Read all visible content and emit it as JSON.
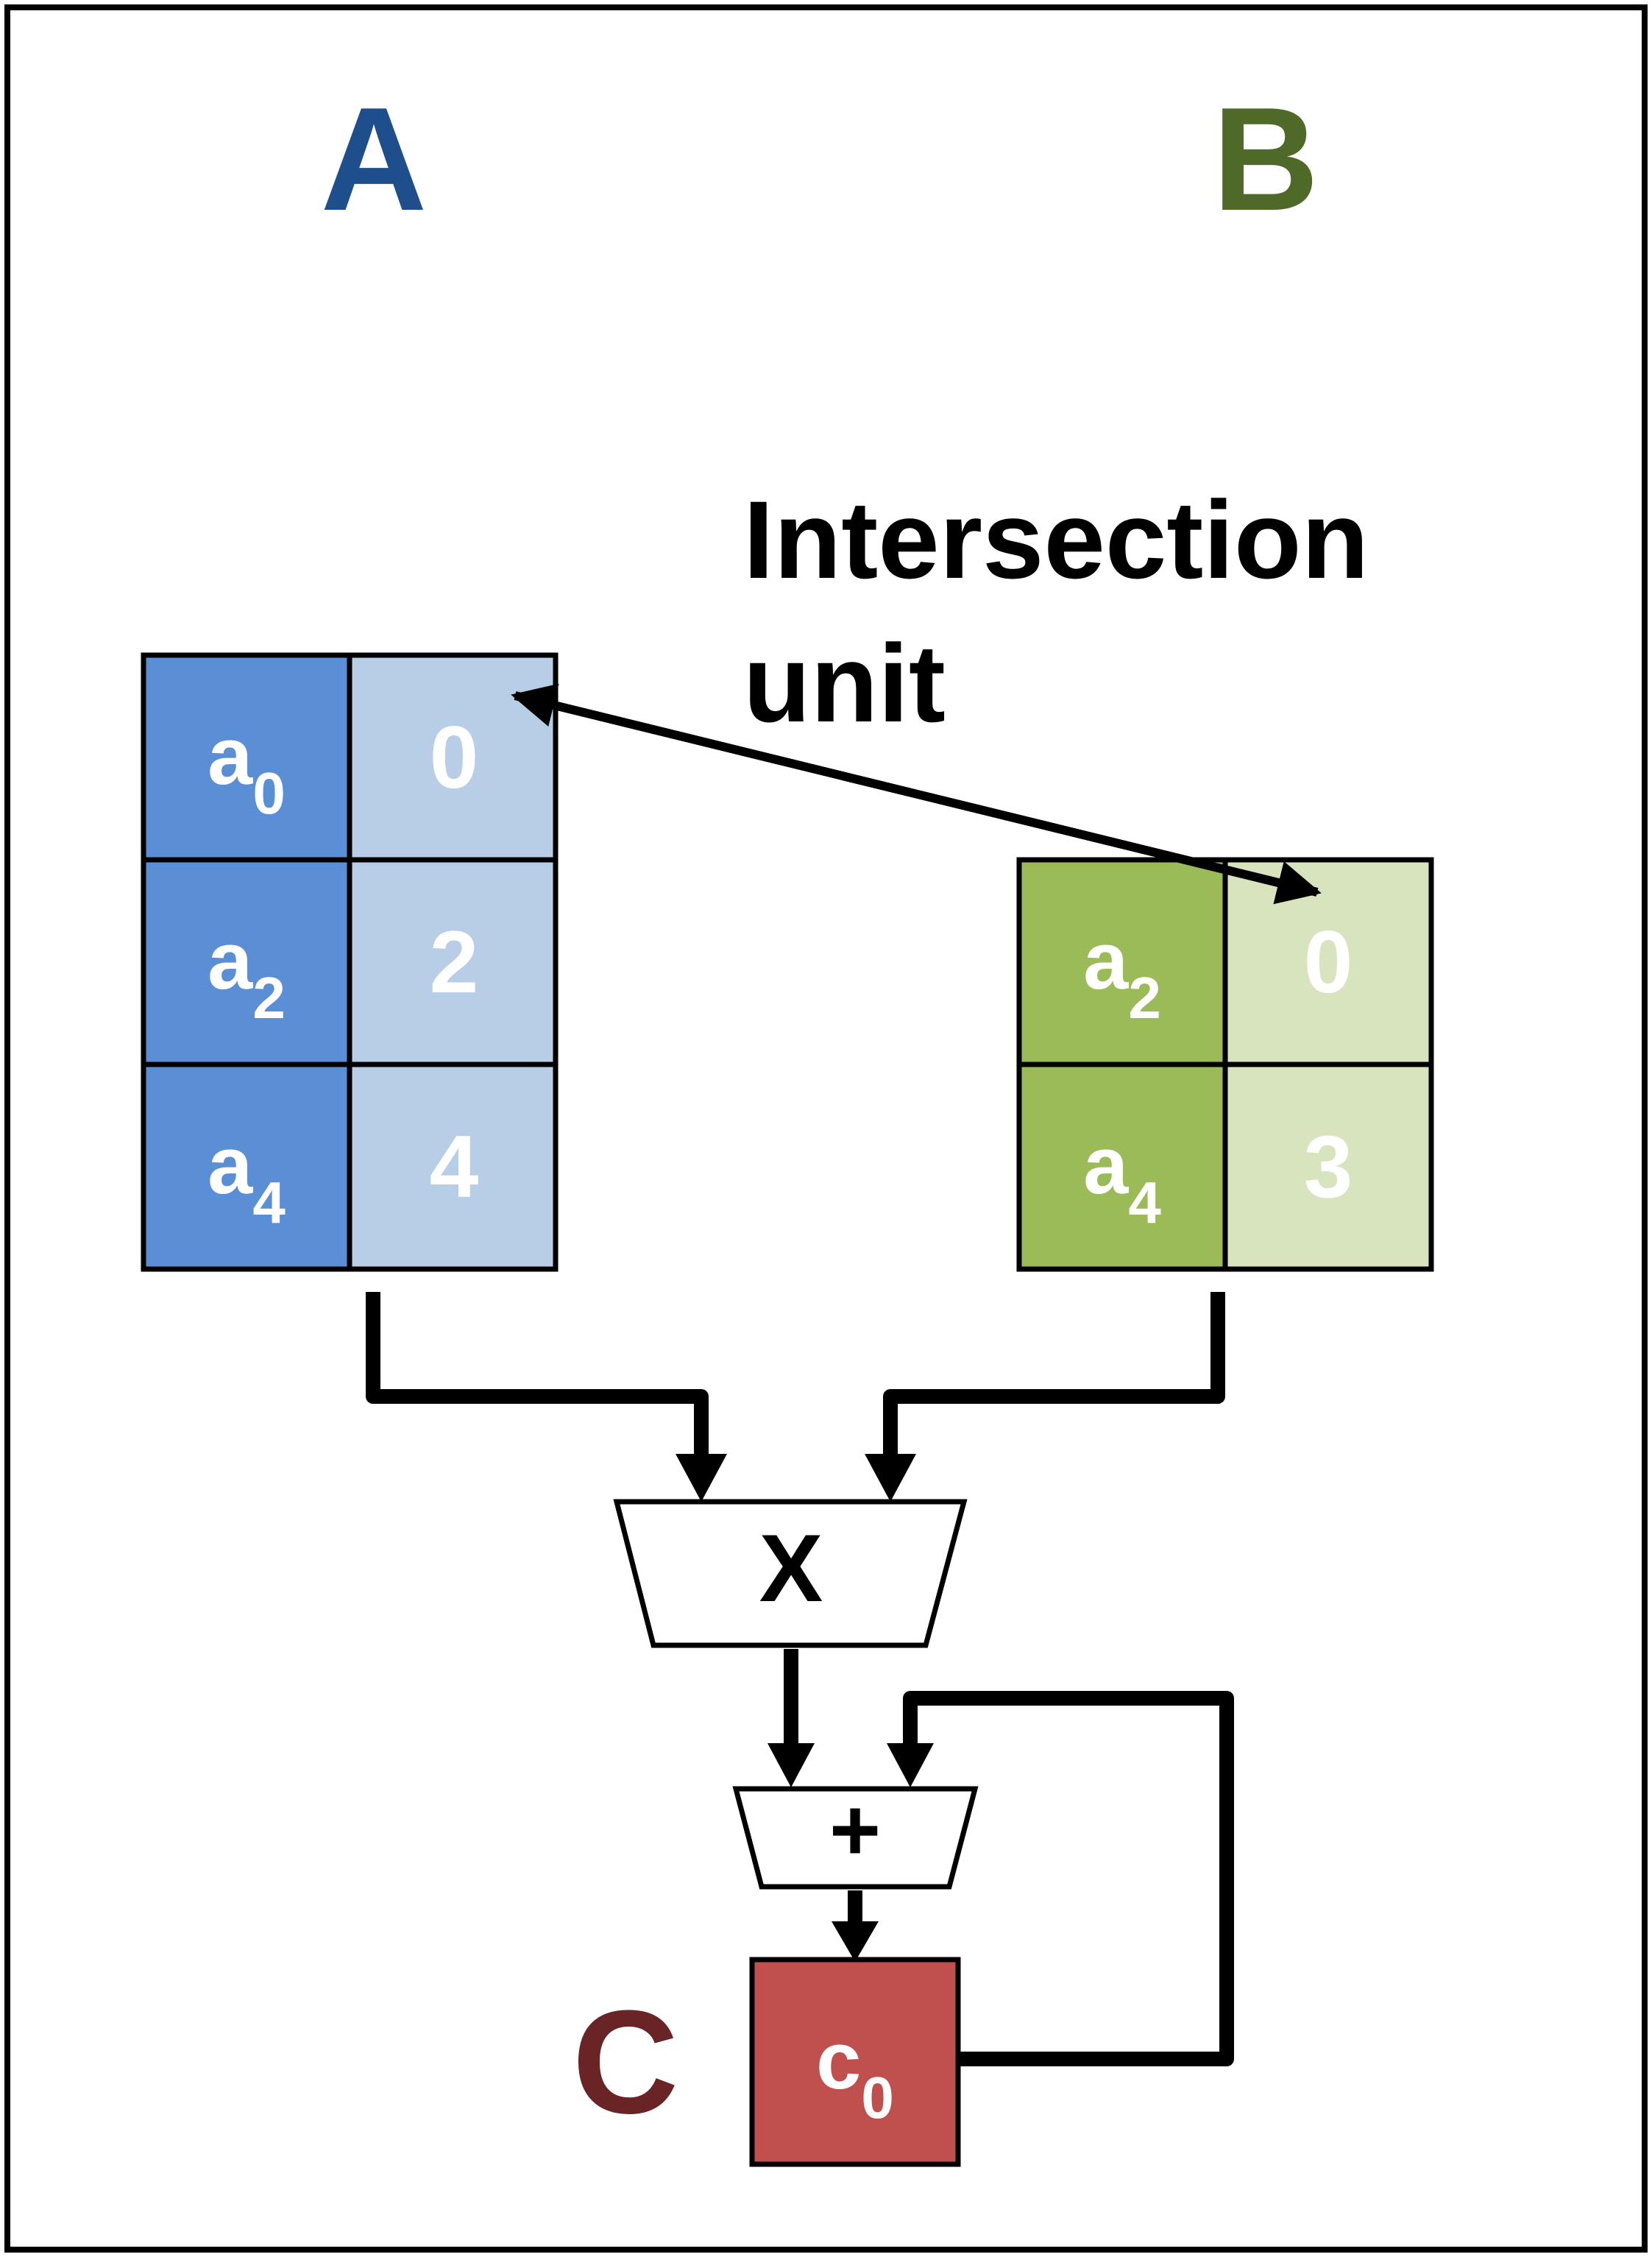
{
  "colors": {
    "a_label": "#1f4e8c",
    "b_label": "#4f6a28",
    "c_label": "#6b2426",
    "a_value_fill": "#5a8fd6",
    "a_index_fill": "#b8cde6",
    "b_value_fill": "#9bbb59",
    "b_index_fill": "#d7e4bd",
    "c_fill": "#c0504d",
    "line": "#000000",
    "cell_text": "#ffffff"
  },
  "labels": {
    "matrix_a": "A",
    "matrix_b": "B",
    "matrix_c": "C",
    "intersection_line1": "Intersection",
    "intersection_line2": "unit",
    "multiplier": "X",
    "adder": "+"
  },
  "matrix_a": {
    "rows": [
      {
        "value": "a",
        "sub": "0",
        "index": "0"
      },
      {
        "value": "a",
        "sub": "2",
        "index": "2"
      },
      {
        "value": "a",
        "sub": "4",
        "index": "4"
      }
    ]
  },
  "matrix_b": {
    "rows": [
      {
        "value": "a",
        "sub": "2",
        "index": "0"
      },
      {
        "value": "a",
        "sub": "4",
        "index": "3"
      }
    ]
  },
  "matrix_c": {
    "value": "c",
    "sub": "0"
  }
}
